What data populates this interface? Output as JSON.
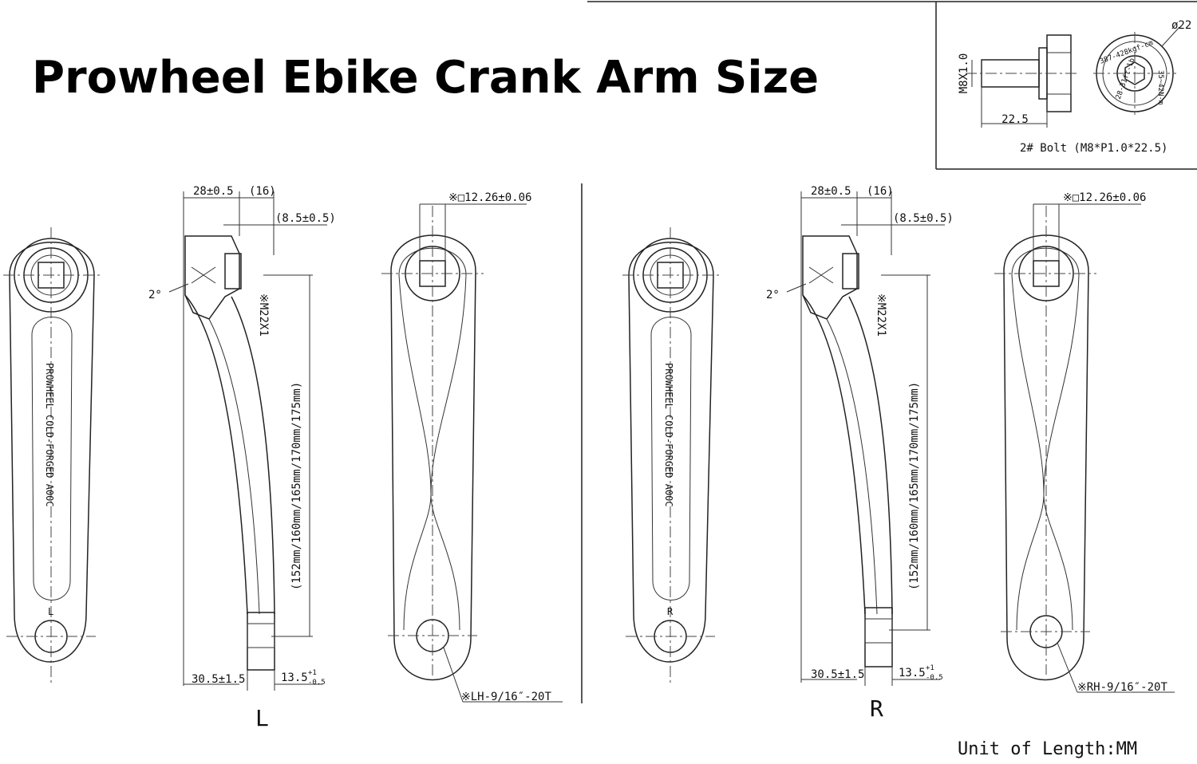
{
  "title": "Prowheel Ebike Crank Arm Size",
  "bolt": {
    "dia": "ø22",
    "thread": "M8X1.0",
    "length": "22.5",
    "caption": "2# Bolt  (M8*P1.0*22.5)",
    "torque_face": "35~42N-m",
    "torque_face2": "387-428kgf-cm",
    "torque_face3": "28-31ft-lb"
  },
  "left": {
    "letter": "L",
    "arm_text": "PROWHEEL COLD-FORGED A00C",
    "arm_mark": "L",
    "dim_width": "28±0.5",
    "dim_16": "(16)",
    "dim_85": "(8.5±0.5)",
    "angle": "2°",
    "thread": "※M22X1",
    "length": "(152mm/160mm/165mm/170mm/175mm)",
    "dim_bottom": "30.5±1.5",
    "dim_pedal": "13.5",
    "dim_pedal_tol_up": "+1",
    "dim_pedal_tol_dn": "-0.5",
    "square": "※□12.26±0.06",
    "pedal_thread": "※LH-9/16″-20T"
  },
  "right": {
    "letter": "R",
    "arm_text": "PROWHEEL COLD-FORGED A00C",
    "arm_mark": "R",
    "dim_width": "28±0.5",
    "dim_16": "(16)",
    "dim_85": "(8.5±0.5)",
    "angle": "2°",
    "thread": "※M22X1",
    "length": "(152mm/160mm/165mm/170mm/175mm)",
    "dim_bottom": "30.5±1.5",
    "dim_pedal": "13.5",
    "dim_pedal_tol_up": "+1",
    "dim_pedal_tol_dn": "-0.5",
    "square": "※□12.26±0.06",
    "pedal_thread": "※RH-9/16″-20T"
  },
  "unit": "Unit of Length:MM"
}
